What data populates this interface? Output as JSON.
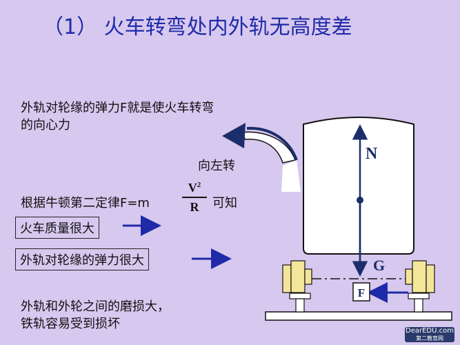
{
  "title": "（1）  火车转弯处内外轨无高度差",
  "text_block1_line1": "外轨对轮缘的弹力F就是使火车转弯",
  "text_block1_line2": "的向心力",
  "turn_label": "向左转",
  "law_prefix": "根据牛顿第二定律F=m",
  "formula_numerator": "V",
  "formula_exponent": "2",
  "formula_denominator": "R",
  "law_suffix": "可知",
  "box1_text": "火车质量很大",
  "box2_text": "外轨对轮缘的弹力很大",
  "bottom_line1": "外轨和外轮之间的磨损大，",
  "bottom_line2": "铁轨容易受到损坏",
  "label_N": "N",
  "label_G": "G",
  "label_F": "F",
  "watermark_line1": "DearEDU.com",
  "watermark_line2": "第二教育网",
  "colors": {
    "background": "#d7c8ef",
    "title": "#1f2aa8",
    "arrow_blue": "#1f2aa8",
    "wheel_yellow": "#f3e59a"
  }
}
